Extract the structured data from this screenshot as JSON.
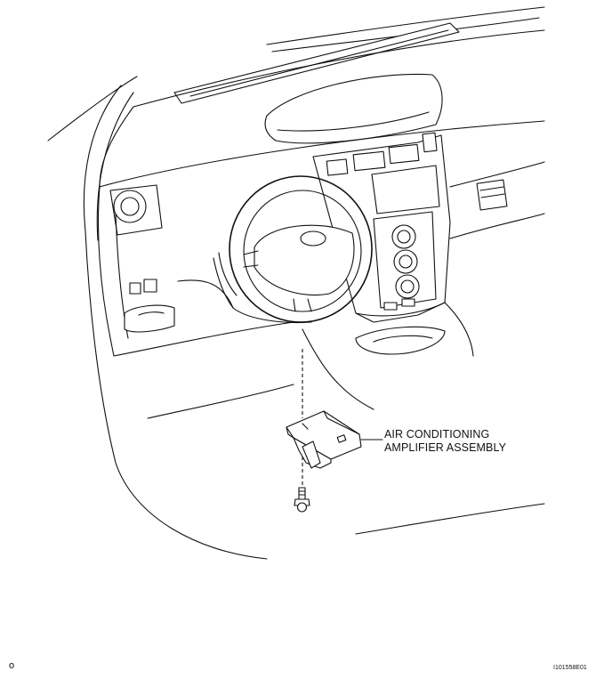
{
  "callout": {
    "line1": "AIR CONDITIONING",
    "line2": "AMPLIFIER ASSEMBLY"
  },
  "footer": {
    "left_mark": "o",
    "figure_id": "I101558E01"
  }
}
